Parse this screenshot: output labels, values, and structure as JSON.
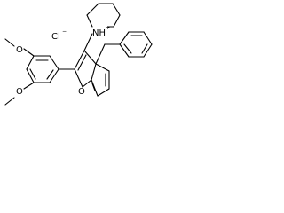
{
  "molecule": {
    "counterion_label": "Cl",
    "counterion_charge": "−",
    "ammonium_label": "NH",
    "ammonium_charge": "+",
    "ring_oxygen_label": "O",
    "methoxy_label_top": "O",
    "methoxy_label_bottom": "O"
  }
}
